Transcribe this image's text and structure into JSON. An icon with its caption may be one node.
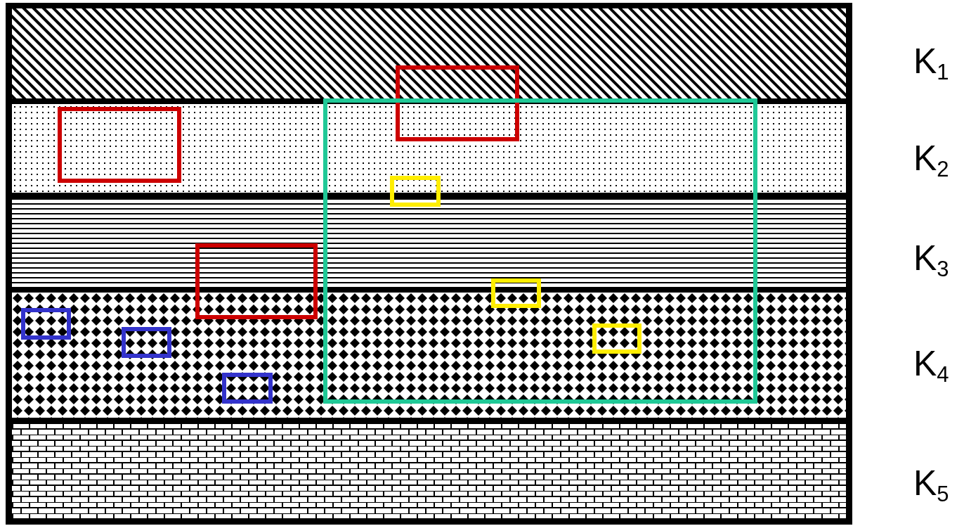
{
  "diagram": {
    "nodes": [
      {
        "text": [],
        "shape": "bar",
        "beside": [
          "K$_{1}$"
        ]
      },
      {
        "text": [],
        "shape": "bar",
        "beside": [
          "K$_{2}$"
        ]
      },
      {
        "text": [],
        "shape": "bar",
        "beside": [
          "K$_{3}$"
        ]
      },
      {
        "text": [],
        "shape": "bar",
        "beside": [
          "K$_{4}$"
        ]
      },
      {
        "text": [],
        "shape": "bar",
        "beside": [
          "K$_{5}$"
        ]
      },
      {
        "text": [],
        "shape": "box"
      },
      {
        "text": [],
        "shape": "box"
      },
      {
        "text": [],
        "shape": "box",
        "in": 1
      },
      {
        "text": [],
        "shape": "box",
        "in": 6
      },
      {
        "text": [],
        "shape": "box"
      },
      {
        "text": [],
        "shape": "box",
        "in": 6
      },
      {
        "text": [],
        "shape": "box",
        "in": 3
      },
      {
        "text": [],
        "shape": "box"
      },
      {
        "text": [],
        "shape": "box",
        "in": 3
      },
      {
        "text": [],
        "shape": "box",
        "in": 3
      }
    ]
  }
}
